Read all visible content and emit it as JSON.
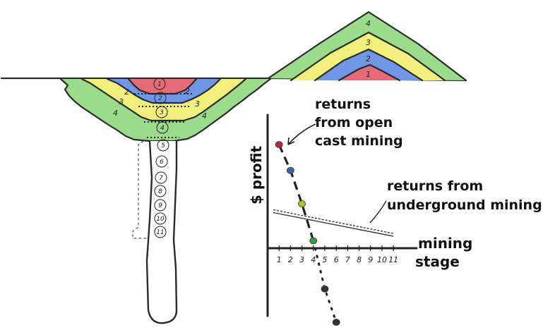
{
  "labels": {
    "open_cast": [
      "returns",
      "from open",
      "cast mining"
    ],
    "underground": [
      "returns from",
      "underground mining"
    ],
    "y_axis": "$ profit",
    "x_axis": [
      "mining",
      "stage"
    ]
  },
  "layers": [
    "1",
    "2",
    "3",
    "4"
  ],
  "pit_labels": [
    "1",
    "2",
    "3",
    "4",
    "5",
    "6",
    "7",
    "8",
    "9",
    "10",
    "11"
  ],
  "chart_data": {
    "type": "line",
    "x_ticks": [
      "1",
      "2",
      "3",
      "4",
      "5",
      "6",
      "7",
      "8",
      "9",
      "10",
      "11"
    ],
    "xlabel": "mining stage",
    "ylabel": "$ profit",
    "series": [
      {
        "name": "returns from open cast mining",
        "x": [
          1,
          2,
          3,
          4,
          5,
          6
        ],
        "y": [
          1.4,
          1.05,
          0.6,
          0.1,
          -0.55,
          -1.0
        ],
        "point_colors": [
          "#c0253a",
          "#3a62b8",
          "#b5c21c",
          "#3a9a3a",
          "#333333",
          "#333333"
        ]
      },
      {
        "name": "returns from underground mining",
        "x": [
          0.5,
          11
        ],
        "y": [
          0.5,
          0.18
        ]
      }
    ]
  },
  "colors": {
    "layer_1": "#e56b78",
    "layer_2": "#6f97e6",
    "layer_3": "#f2ef7c",
    "layer_4": "#9bdc8c",
    "outline": "#2a2a2a"
  }
}
